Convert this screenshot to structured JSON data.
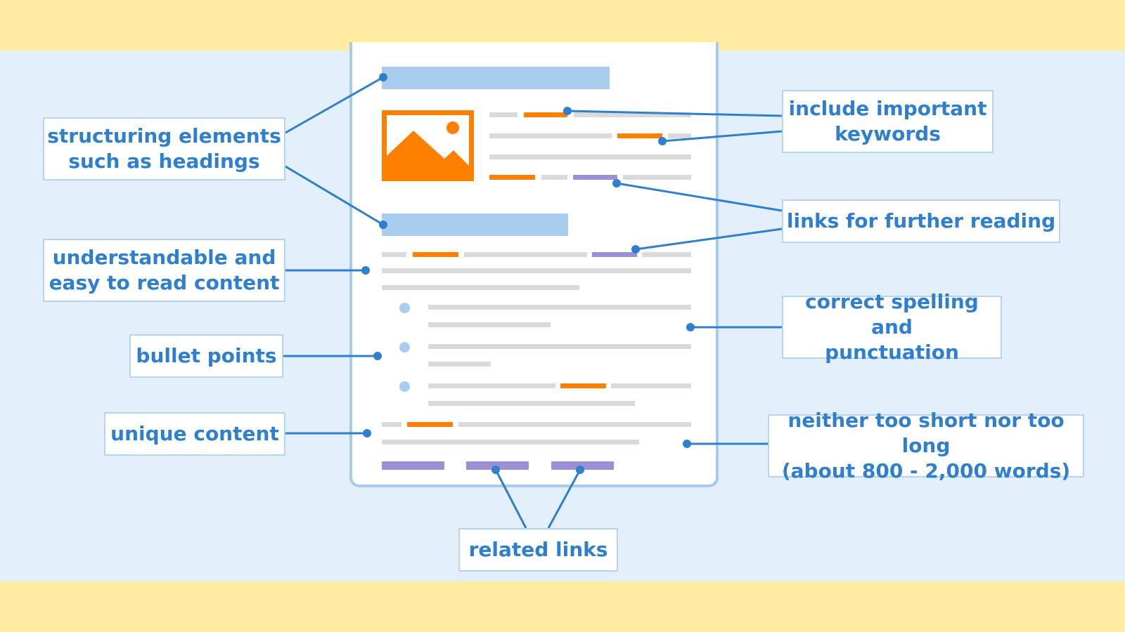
{
  "colors": {
    "band": "#ffeca0",
    "panel": "#e3f0fc",
    "accent_blue": "#2f7fcf",
    "keyword_orange": "#ff7f00",
    "link_purple": "#9b8fd6",
    "heading_bar": "#a9cdee",
    "text_line": "#dadada"
  },
  "document": {
    "image_icon": "picture-icon"
  },
  "labels": {
    "structuring": [
      "structuring elements",
      "such as headings"
    ],
    "understandable": [
      "understandable and",
      "easy to read content"
    ],
    "bullet_points": [
      "bullet points"
    ],
    "unique": [
      "unique content"
    ],
    "keywords": [
      "include important",
      "keywords"
    ],
    "further_reading": [
      "links for further reading"
    ],
    "spelling": [
      "correct spelling and",
      "punctuation"
    ],
    "length": [
      "neither too short nor too long",
      "(about 800 - 2,000 words)"
    ],
    "related": [
      "related links"
    ]
  }
}
